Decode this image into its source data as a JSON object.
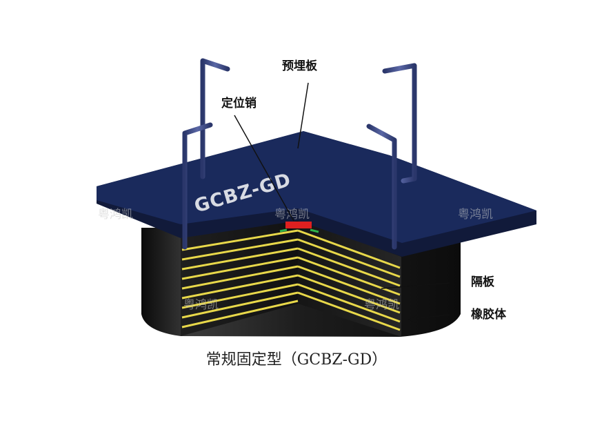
{
  "labels": {
    "embedded_plate": "预埋板",
    "locating_pin": "定位销",
    "partition_plate": "隔板",
    "rubber_body": "橡胶体"
  },
  "plate_text": "GCBZ-GD",
  "watermarks": [
    "粤鸿凯",
    "粤鸿凯",
    "粤鸿凯",
    "粤鸿凯",
    "粤鸿凯"
  ],
  "caption": "常规固定型（GCBZ-GD）",
  "colors": {
    "plate_top": "#1a2a5c",
    "plate_edge": "#111a3a",
    "rubber": "#1c1c1c",
    "partition_line": "#e8d84a",
    "pin_red": "#e02020",
    "pin_green": "#2fb44a",
    "anchor_bar": "#3e4b86"
  }
}
